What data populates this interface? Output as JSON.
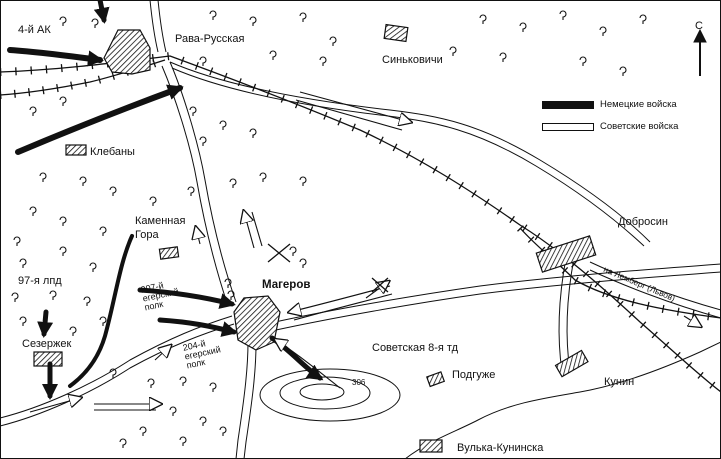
{
  "labels": {
    "corps": "4-й АК",
    "rava_russkaya": "Рава-Русская",
    "sinkovichi": "Синьковичи",
    "klebany": "Клебаны",
    "kamennaya_gora_1": "Каменная",
    "kamennaya_gora_2": "Гора",
    "lpd97": "97-я лпд",
    "sezerzhek": "Сезержек",
    "magerov": "Магеров",
    "dobrosin": "Добросин",
    "kunin": "Кунин",
    "podguzhe": "Подгуже",
    "vulka": "Вулька-Кунинска",
    "soviet_td": "Советская 8-я тд",
    "height": "306",
    "road_lemberg": "на Лемберг (Львов)"
  },
  "units": {
    "regiment_207": [
      "207-й",
      "егерский",
      "полк"
    ],
    "regiment_204": [
      "204-й",
      "егерский",
      "полк"
    ]
  },
  "compass": {
    "north": "С"
  },
  "legend": {
    "german": "Немецкие войска",
    "soviet": "Советские войска"
  },
  "colors": {
    "ink": "#111111",
    "paper": "#ffffff"
  }
}
